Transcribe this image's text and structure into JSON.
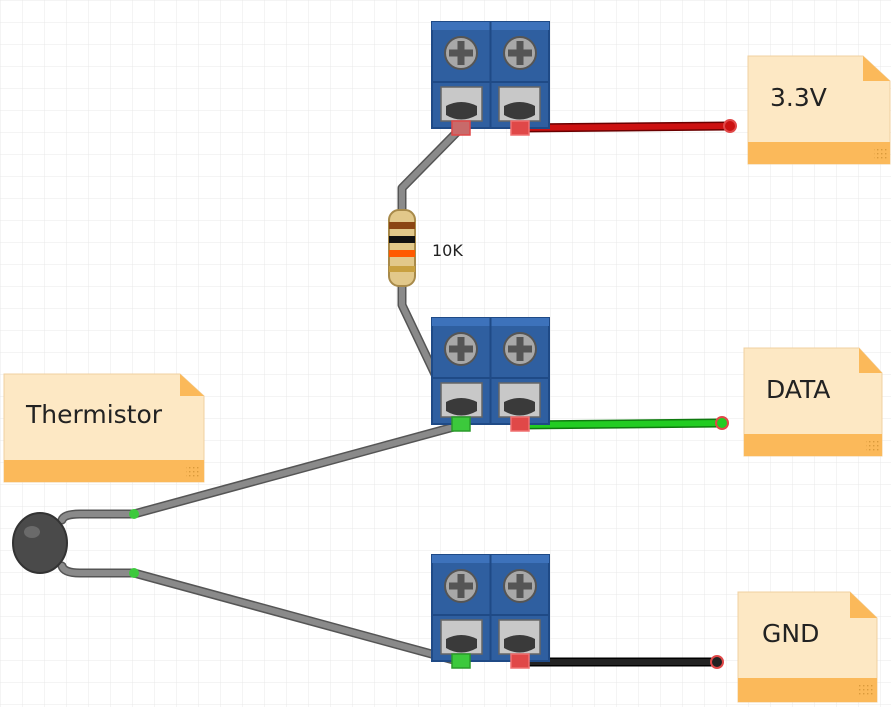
{
  "notes": {
    "v33": "3.3V",
    "data": "DATA",
    "gnd": "GND",
    "thermistor": "Thermistor"
  },
  "resistor": {
    "label": "10K",
    "bands": [
      "#8B4513",
      "#111111",
      "#ff5a00",
      "#c8a040"
    ]
  },
  "colors": {
    "background": "#ffffff",
    "grid": "#e9e9e9",
    "terminal_block": "#2f5fa0",
    "terminal_block_dark": "#1f4a86",
    "wire_gray": "#8a8a8a",
    "wire_red": "#cc1111",
    "wire_green": "#22cc22",
    "wire_black": "#111111",
    "note_body": "#fde8c4",
    "note_band": "#fbb95a",
    "pin_green": "#3cc93c",
    "pin_red": "#e04848"
  },
  "icons": {
    "terminal_screw": "screw-head-icon",
    "note_fold": "folded-corner-icon",
    "thermistor": "thermistor-body-icon"
  }
}
